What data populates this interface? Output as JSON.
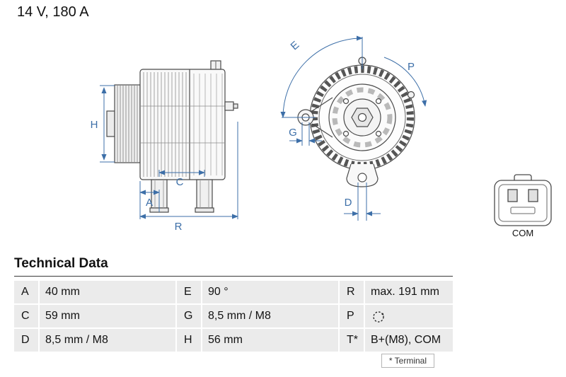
{
  "title": "14 V, 180 A",
  "drawing": {
    "side_view_labels": {
      "H": "H",
      "A": "A",
      "C": "C",
      "R": "R"
    },
    "front_view_labels": {
      "E": "E",
      "G": "G",
      "P": "P",
      "D": "D"
    },
    "connector": {
      "label": "COM"
    }
  },
  "table": {
    "heading": "Technical Data",
    "rows": [
      {
        "cells": [
          {
            "k": "A",
            "v": "40 mm"
          },
          {
            "k": "E",
            "v": "90 °"
          },
          {
            "k": "R",
            "v": "max. 191 mm"
          }
        ]
      },
      {
        "cells": [
          {
            "k": "C",
            "v": "59 mm"
          },
          {
            "k": "G",
            "v": "8,5 mm / M8"
          },
          {
            "k": "P",
            "v": "",
            "icon": "rotation-clockwise-icon"
          }
        ]
      },
      {
        "cells": [
          {
            "k": "D",
            "v": "8,5 mm / M8"
          },
          {
            "k": "H",
            "v": "56 mm"
          },
          {
            "k": "T*",
            "v": "B+(M8), COM"
          }
        ]
      }
    ],
    "footnote": "* Terminal"
  },
  "colors": {
    "dimension_blue": "#3d6fa8",
    "row_gray": "#ebebeb",
    "outline_gray": "#4a4a4a"
  }
}
